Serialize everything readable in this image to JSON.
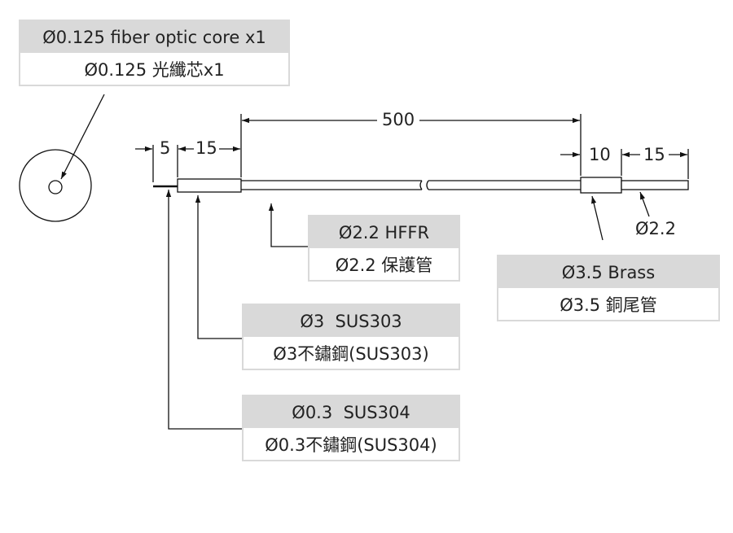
{
  "callouts": {
    "fiber": {
      "en": "Ø0.125 fiber optic core x1",
      "zh": "Ø0.125 光纖芯x1"
    },
    "hffr": {
      "en": "Ø2.2 HFFR",
      "zh": "Ø2.2 保護管"
    },
    "brass": {
      "en": "Ø3.5 Brass",
      "zh": "Ø3.5 銅尾管"
    },
    "sus303": {
      "en": "Ø3  SUS303",
      "zh": "Ø3不鏽鋼(SUS303)"
    },
    "sus304": {
      "en": "Ø0.3  SUS304",
      "zh": "Ø0.3不鏽鋼(SUS304)"
    }
  },
  "dimensions": {
    "tip": "5",
    "sleeve": "15",
    "cable": "500",
    "brass_len": "10",
    "end_len": "15",
    "end_dia": "Ø2.2"
  }
}
